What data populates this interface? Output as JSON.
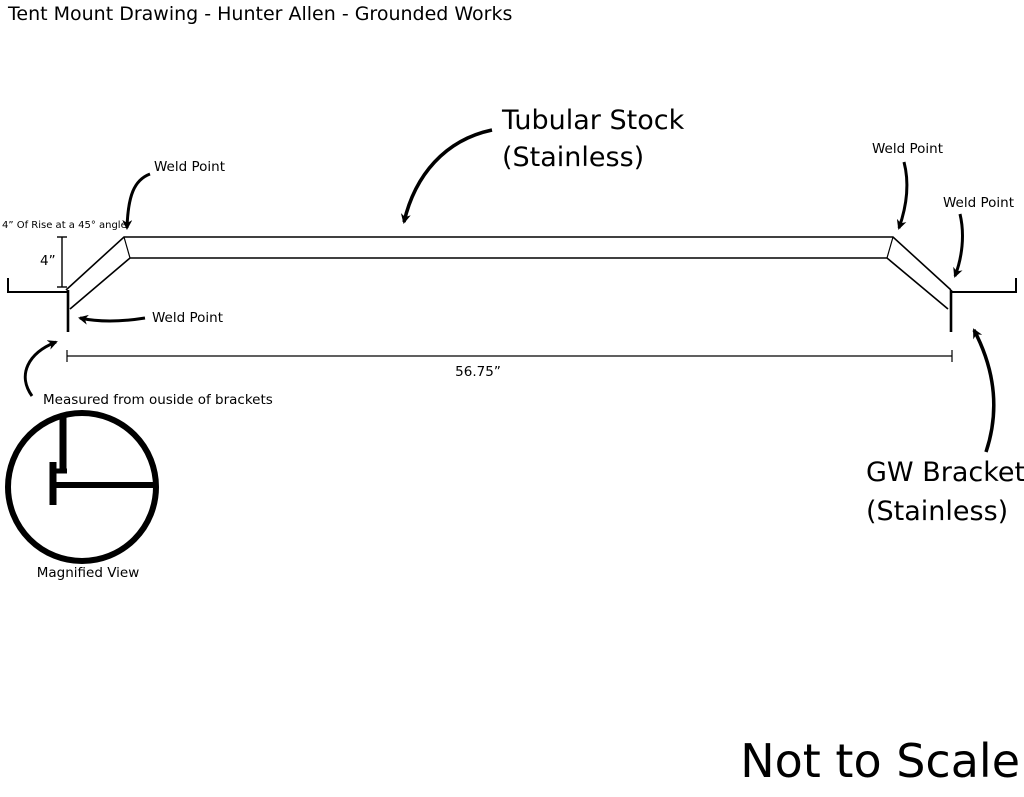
{
  "title": "Tent Mount Drawing - Hunter Allen - Grounded Works",
  "labels": {
    "tubular_stock_line1": "Tubular Stock",
    "tubular_stock_line2": "(Stainless)",
    "weld_point": "Weld Point",
    "rise_note": "4” Of Rise at a 45° angle",
    "rise_dimension": "4”",
    "length_dimension": "56.75”",
    "measured_note": "Measured from ouside of brackets",
    "magnified_view": "Magnified View",
    "gw_bracket_line1": "GW Bracket",
    "gw_bracket_line2": "(Stainless)",
    "scale_note": "Not to Scale"
  },
  "colors": {
    "ink": "#000000",
    "background": "#ffffff"
  }
}
